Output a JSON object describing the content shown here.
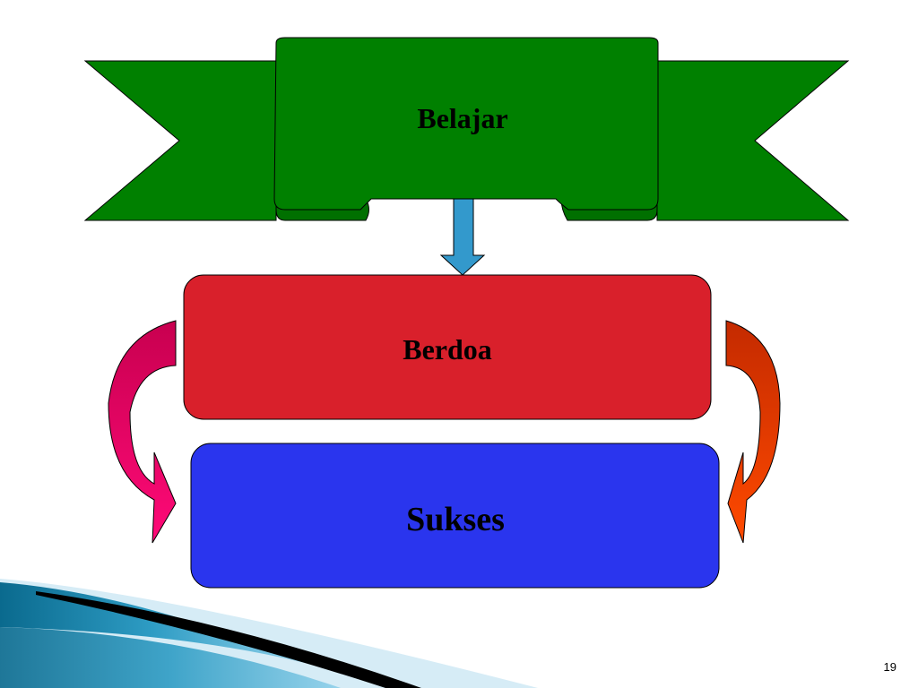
{
  "diagram": {
    "banner": {
      "label": "Belajar"
    },
    "middle_box": {
      "label": "Berdoa"
    },
    "bottom_box": {
      "label": "Sukses"
    }
  },
  "colors": {
    "banner_green": "#008000",
    "arrow_blue": "#3399CC",
    "middle_red": "#D9202B",
    "bottom_blue": "#2A35EE",
    "left_arrow_top": "#CC0055",
    "left_arrow_bottom": "#FF0077",
    "right_arrow_top": "#CC2200",
    "right_arrow_bottom": "#FF4400"
  },
  "footer": {
    "page_number": "19"
  }
}
